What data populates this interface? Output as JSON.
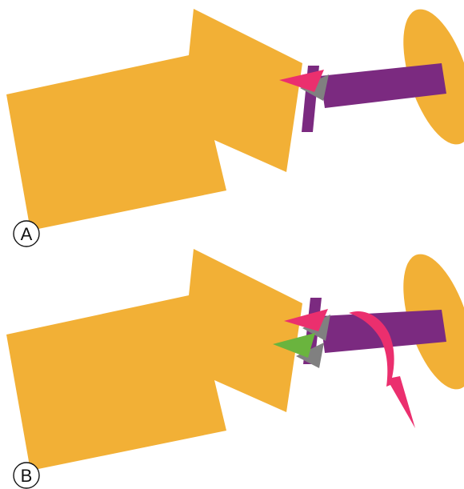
{
  "figure": {
    "panels": [
      {
        "id": "A",
        "label": "A",
        "arrow_visible": false
      },
      {
        "id": "B",
        "label": "B",
        "arrow_visible": true
      }
    ]
  },
  "colors": {
    "background": "#ffffff",
    "orange_shape": "#F2B036",
    "purple_rod": "#7B2A80",
    "magenta_triangle": "#EB2F6E",
    "green_triangle": "#6AB43E",
    "gray_triangle": "#808080",
    "curved_arrow": "#EB2F6E",
    "label_outline": "#111111"
  }
}
